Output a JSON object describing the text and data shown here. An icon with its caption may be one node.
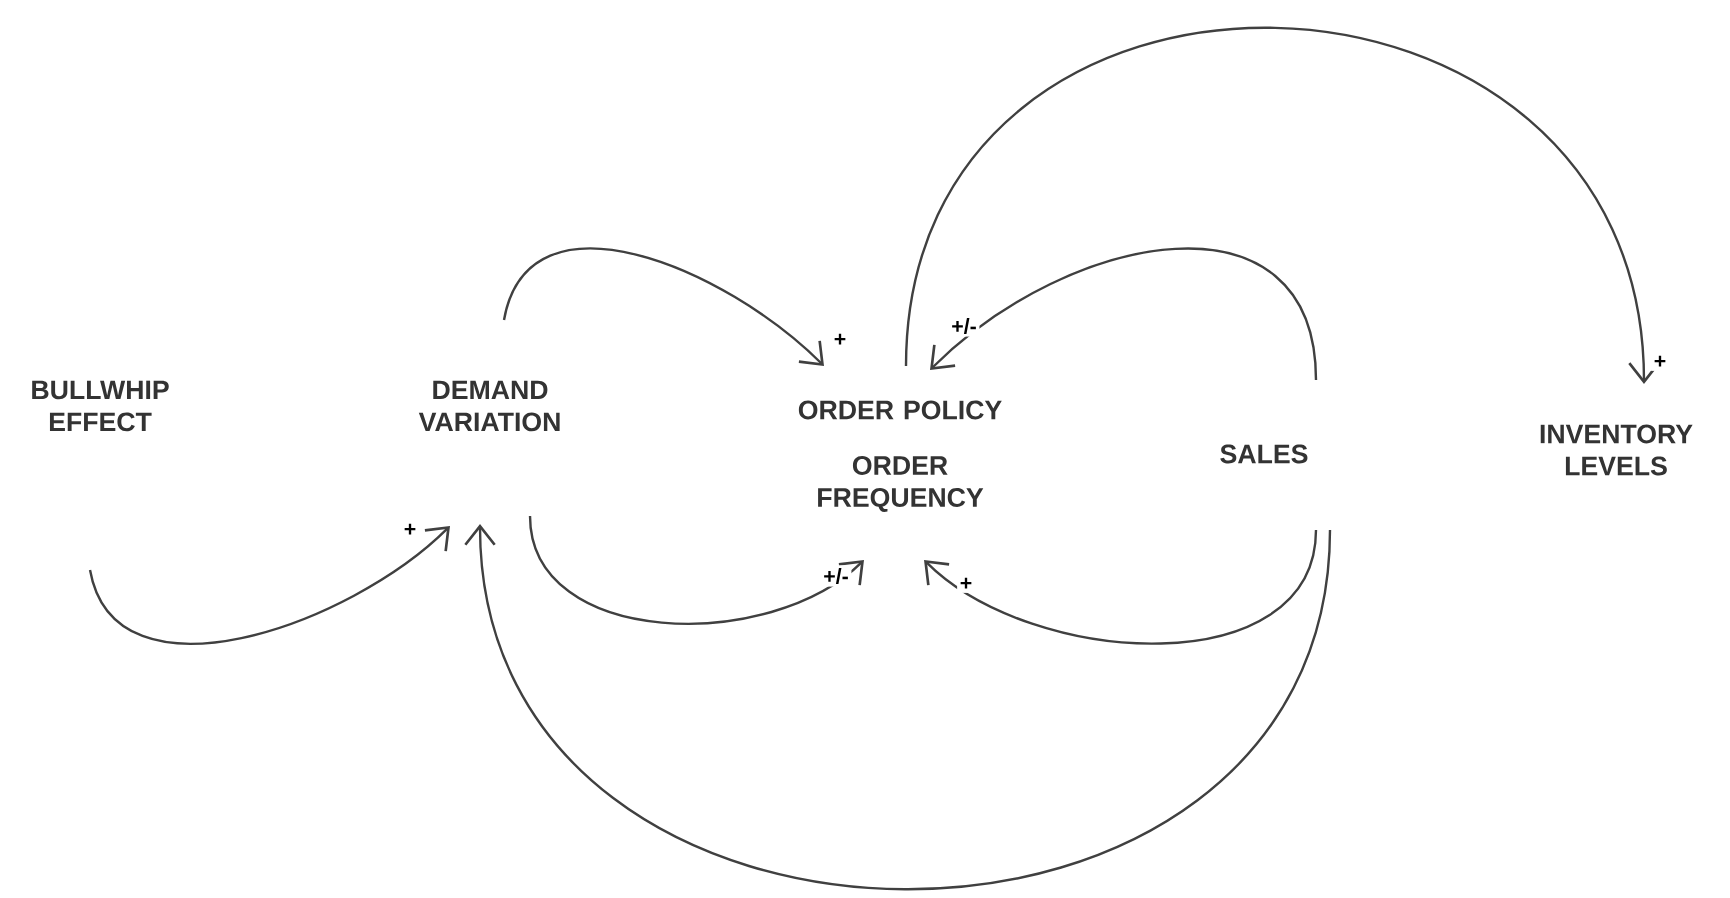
{
  "diagram": {
    "nodes": [
      {
        "text": [
          "BULLWHIP EFFECT"
        ]
      },
      {
        "text": [
          "DEMAND VARIATION"
        ]
      },
      {
        "text": [
          "ORDER POLICY"
        ]
      },
      {
        "text": [
          "ORDER FREQUENCY"
        ]
      },
      {
        "text": [
          "SALES"
        ]
      },
      {
        "text": [
          "INVENTORY LEVELS"
        ]
      }
    ],
    "edges": [
      {
        "from": 0,
        "to": 1,
        "arrow": "to",
        "label": "+"
      },
      {
        "from": 1,
        "to": 2,
        "arrow": "to",
        "label": "+"
      },
      {
        "from": 2,
        "to": 5,
        "arrow": "to",
        "label": "+"
      },
      {
        "from": 4,
        "to": 2,
        "arrow": "to",
        "label": "+/-"
      },
      {
        "from": 1,
        "to": 3,
        "arrow": "to",
        "label": "+/-"
      },
      {
        "from": 4,
        "to": 3,
        "arrow": "to",
        "label": "+"
      },
      {
        "from": 4,
        "to": 1,
        "arrow": "to"
      }
    ]
  }
}
